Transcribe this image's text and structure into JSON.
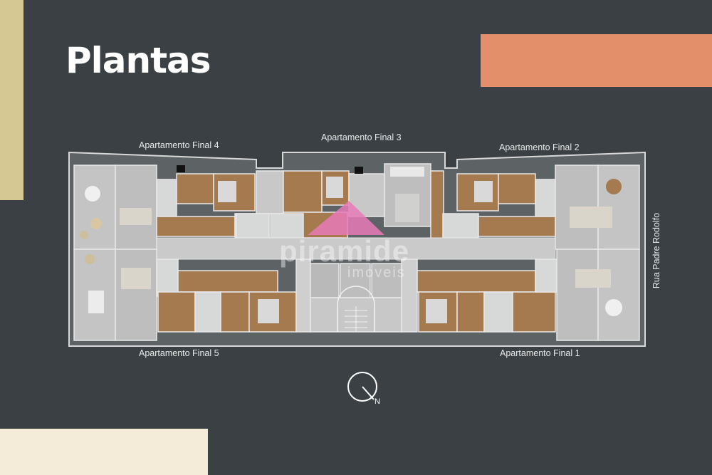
{
  "page": {
    "title": "Plantas",
    "street_label": "Rua Padre Rodolfo",
    "compass_label": "N",
    "watermark": {
      "brand": "piramide",
      "sub": "imoveis"
    }
  },
  "apartments": [
    {
      "label": "Apartamento Final 4"
    },
    {
      "label": "Apartamento Final 3"
    },
    {
      "label": "Apartamento Final 2"
    },
    {
      "label": "Apartamento Final 5"
    },
    {
      "label": "Apartamento Final 1"
    }
  ],
  "colors": {
    "background": "#3a4044",
    "strip_tan": "#d6c893",
    "bar_orange": "#e3906a",
    "block_cream": "#f4ecd8",
    "wood_floor": "#a57a4e",
    "tile_floor": "#bfc0bf",
    "watermark_pink": "#e87ab8"
  },
  "icons": [
    "compass-icon",
    "watermark-logo-icon"
  ]
}
